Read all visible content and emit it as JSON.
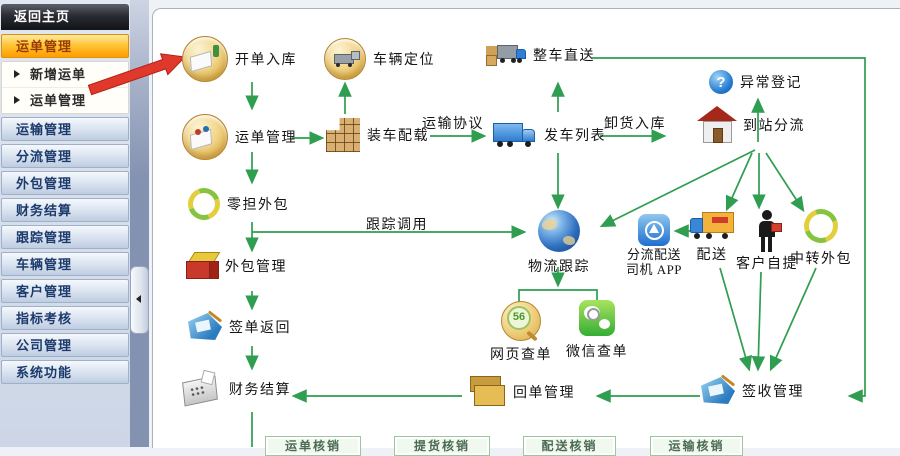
{
  "sidebar": {
    "header": "返回主页",
    "items": [
      {
        "label": "运单管理",
        "type": "active"
      },
      {
        "label": "新增运单",
        "type": "sub"
      },
      {
        "label": "运单管理",
        "type": "sub"
      },
      {
        "label": "运输管理",
        "type": "normal"
      },
      {
        "label": "分流管理",
        "type": "normal"
      },
      {
        "label": "外包管理",
        "type": "normal"
      },
      {
        "label": "财务结算",
        "type": "normal"
      },
      {
        "label": "跟踪管理",
        "type": "normal"
      },
      {
        "label": "车辆管理",
        "type": "normal"
      },
      {
        "label": "客户管理",
        "type": "normal"
      },
      {
        "label": "指标考核",
        "type": "normal"
      },
      {
        "label": "公司管理",
        "type": "normal"
      },
      {
        "label": "系统功能",
        "type": "normal"
      }
    ]
  },
  "flow": {
    "billing_inbound": "开单入库",
    "vehicle_positioning": "车辆定位",
    "full_truck_direct": "整车直送",
    "exception_register": "异常登记",
    "waybill_management": "运单管理",
    "loading_stowage": "装车配载",
    "departure_list": "发车列表",
    "arrival_split": "到站分流",
    "ltl_outsource": "零担外包",
    "outsource_management": "外包管理",
    "sign_return": "签单返回",
    "finance_settlement": "财务结算",
    "logistics_tracking": "物流跟踪",
    "driver_app_line1": "分流配送",
    "driver_app_line2": "司机 APP",
    "delivery": "配送",
    "customer_pickup": "客户自提",
    "transfer_outsource": "中转外包",
    "web_query": "网页查单",
    "web_query_badge": "56",
    "wechat_query": "微信查单",
    "receipt_management": "回单管理",
    "signin_management": "签收管理"
  },
  "edge_labels": {
    "transport_agreement": "运输协议",
    "unload_inbound": "卸货入库",
    "tracking_call": "跟踪调用"
  },
  "bottom_boxes": [
    {
      "label": "运单核销"
    },
    {
      "label": "提货核销"
    },
    {
      "label": "配送核销"
    },
    {
      "label": "运输核销"
    }
  ],
  "colors": {
    "arrow_green": "#2f9e50",
    "annotation_red": "#e0392b",
    "active_orange": "#ff9d00"
  }
}
